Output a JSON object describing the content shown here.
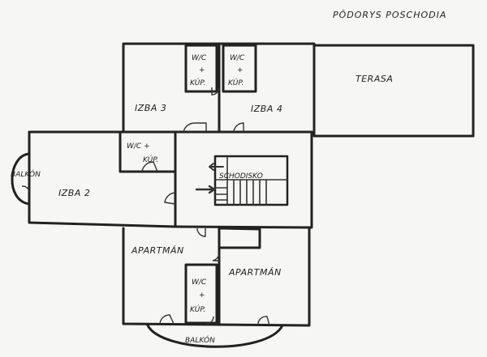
{
  "title": "PÔDORYS POSCHODIA",
  "rooms": {
    "wc_top_left": [
      "W/C",
      "+",
      "KÚP."
    ],
    "wc_top_right": [
      "W/C",
      "+",
      "KÚP."
    ],
    "terasa": "TERASA",
    "izba3": "IZBA 3",
    "izba4": "IZBA 4",
    "wc_middle": [
      "W/C +",
      "KÚP."
    ],
    "balkon_left": "BALKÓN",
    "izba2": "IZBA 2",
    "schodisko": "SCHODISKO",
    "apartman_left": "APARTMÁN",
    "apartman_right": "APARTMÁN",
    "wc_bottom": [
      "W/C",
      "+",
      "KÚP."
    ],
    "balkon_bottom": "BALKÓN"
  }
}
